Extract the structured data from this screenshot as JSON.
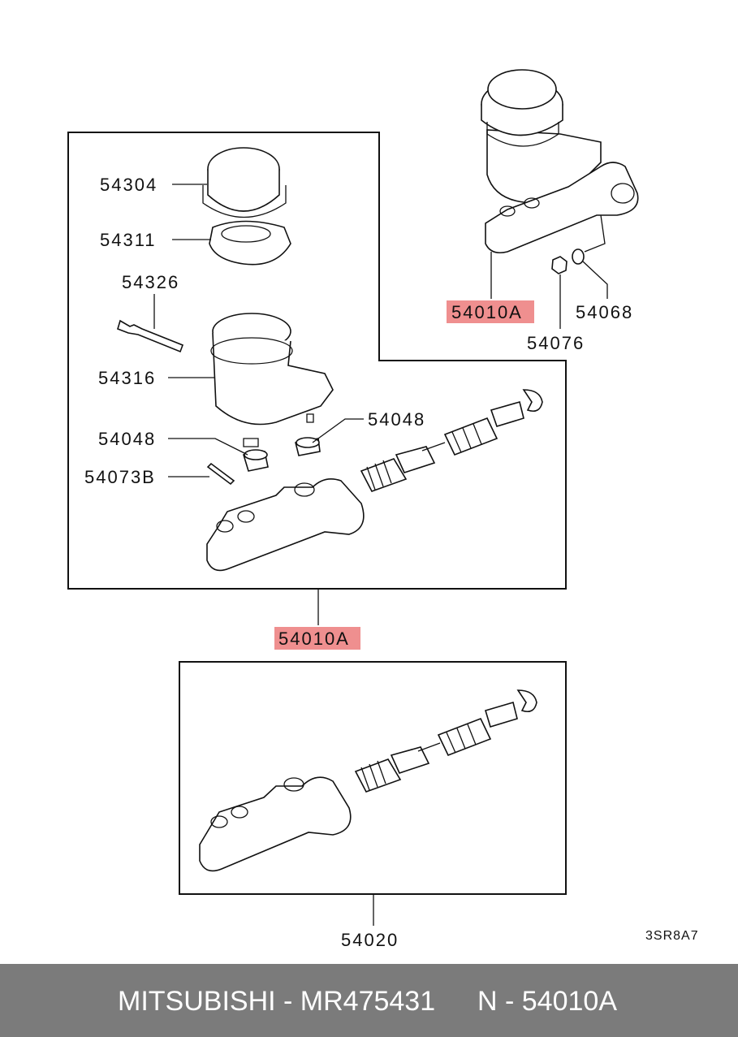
{
  "diagram": {
    "callouts": {
      "c54304": "54304",
      "c54311": "54311",
      "c54326": "54326",
      "c54316": "54316",
      "c54048_left": "54048",
      "c54048_right": "54048",
      "c54073B": "54073B",
      "c54010A_top": "54010A",
      "c54068": "54068",
      "c54076": "54076",
      "c54010A_mid": "54010A",
      "c54020": "54020"
    },
    "highlight_color": "#ef8f8f",
    "diagram_code": "3SR8A7"
  },
  "footer": {
    "brand_part": "MITSUBISHI - MR475431",
    "ref": "N - 54010A"
  }
}
